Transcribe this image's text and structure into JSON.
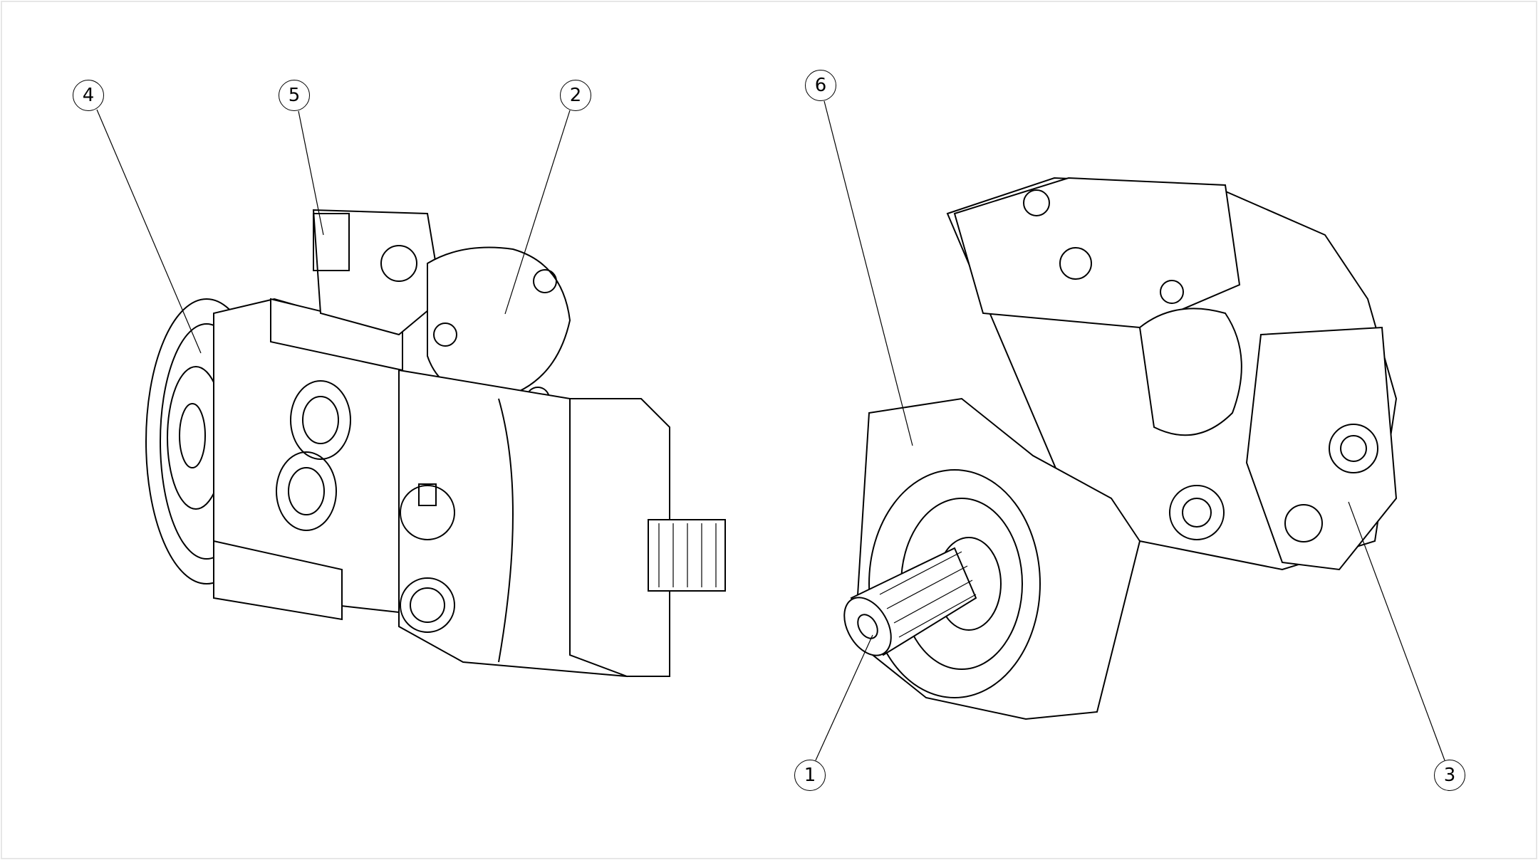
{
  "callouts": [
    {
      "id": "4",
      "label": "4"
    },
    {
      "id": "5",
      "label": "5"
    },
    {
      "id": "2",
      "label": "2"
    },
    {
      "id": "6",
      "label": "6"
    },
    {
      "id": "1",
      "label": "1"
    },
    {
      "id": "3",
      "label": "3"
    }
  ]
}
